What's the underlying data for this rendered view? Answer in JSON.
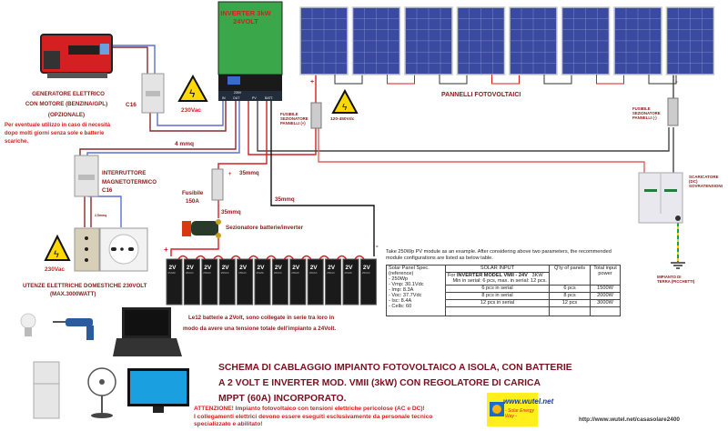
{
  "inverter": {
    "title_line1": "INVERTER 3kW",
    "title_line2": "24VOLT",
    "ports": [
      "IN",
      "OUT",
      "PV",
      "BATT."
    ],
    "port_voltage": "230V"
  },
  "generator": {
    "line1": "GENERATORE ELETTRICO",
    "line2": "CON MOTORE (BENZINA/GPL)",
    "line3": "(OPZIONALE)",
    "note": [
      "Per eventuale utilizzo in caso di necesità",
      "dopo molti giorni senza sole e batterie",
      "scariche."
    ]
  },
  "breaker_generator": {
    "label": "C16"
  },
  "warning_ac": {
    "label": "230Vac"
  },
  "cable_4mmq": "4 mmq",
  "panels": {
    "label": "PANNELLI FOTOVOLTAICI",
    "count": 8,
    "plus": "+",
    "minus": "-"
  },
  "fuse_plus": {
    "lines": [
      "FUSIBILE",
      "SEZIONATORE",
      "PANNELLI (+)"
    ]
  },
  "fuse_minus": {
    "lines": [
      "FUSIBILE",
      "SEZIONATORE",
      "PANNELLI (-)"
    ]
  },
  "warning_dc": {
    "label": "120-450Vdc"
  },
  "surge": {
    "lines": [
      "SCARICATORE",
      "(DC)",
      "SOVRATENSIONI"
    ]
  },
  "ground": {
    "lines": [
      "IMPIANTO DI",
      "TERRA (PICCHETTI)"
    ]
  },
  "breaker_home": {
    "lines": [
      "INTERRUTTORE",
      "MAGNETOTERMICO",
      "C16"
    ],
    "cable": "2,5mmq"
  },
  "warning_home": {
    "label": "230Vac"
  },
  "home_loads": {
    "line1": "UTENZE ELETTRICHE DOMESTICHE 230VOLT",
    "line2": "(MAX.3000WATT)"
  },
  "battery_fuse": {
    "line1": "Fusibile",
    "line2": "150A"
  },
  "cables": {
    "c1": "35mmq",
    "c2": "35mmq",
    "c3": "35mmq"
  },
  "disconnector": {
    "label": "Sezionatore batterie/inverter"
  },
  "batteries": {
    "cell_voltage": "2V",
    "cell_capacity": "250Ah",
    "count": 12,
    "plus": "+",
    "minus": "-",
    "note1": "Le12 batterie a 2Volt, sono collegate in serie tra loro in",
    "note2": "modo da avere una tensione totale dell'impianto a 24Volt."
  },
  "spec_table": {
    "intro": "Take 250Wp PV module as an example. After considering above two parameters, the recommended module configurations are listed as below table.",
    "col1_header": "Solar Panel Spec. (reference)",
    "specs": [
      "- 250Wp",
      "- Vmp: 30.1Vdc",
      "- Imp: 8.3A",
      "- Voc: 37.7Vdc",
      "- Isc: 8.4A",
      "- Cells: 60"
    ],
    "solar_input": "SOLAR INPUT",
    "model_prefix": "For",
    "model": "INVERTER MODEL  VMII  - 24V",
    "model_power": "3KW",
    "min_max": "Min in serial: 6 pcs, max. in serial: 12 pcs.",
    "qty_header": "Q'ty of panels",
    "power_header": "Total input power",
    "rows": [
      {
        "config": "6 pcs in serial",
        "qty": "6 pcs",
        "power": "1500W"
      },
      {
        "config": "8 pcs in serial",
        "qty": "8 pcs",
        "power": "2000W"
      },
      {
        "config": "12 pcs in serial",
        "qty": "12 pcs",
        "power": "3000W"
      }
    ]
  },
  "title": {
    "line1": "SCHEMA DI CABLAGGIO IMPIANTO FOTOVOLTAICO A ISOLA, CON BATTERIE",
    "line2": "A 2 VOLT  E INVERTER MOD. VMII   (3kW) CON REGOLATORE DI CARICA",
    "line3": "MPPT (60A) INCORPORATO."
  },
  "warning_text": {
    "line1": "ATTENZIONE! Impianto fotovoltaico con tensioni elettriche pericolose (AC e DC)!",
    "line2": " I collegamenti elettrici devono essere eseguiti esclusivamente da personale tecnico",
    "line3": "specializzato e abilitato!"
  },
  "logo": {
    "url": "www.wutel.net",
    "tagline": "- Solar Energy Way -"
  },
  "footer_url": "http://www.wutel.net/casasolare2400",
  "colors": {
    "wire_red": "#d42020",
    "wire_blue": "#5a6fd0",
    "wire_brown": "#8b2a2a",
    "inverter_green": "#3aa84a",
    "label": "#8b1a1a",
    "logo_bg": "#ffef1a"
  }
}
